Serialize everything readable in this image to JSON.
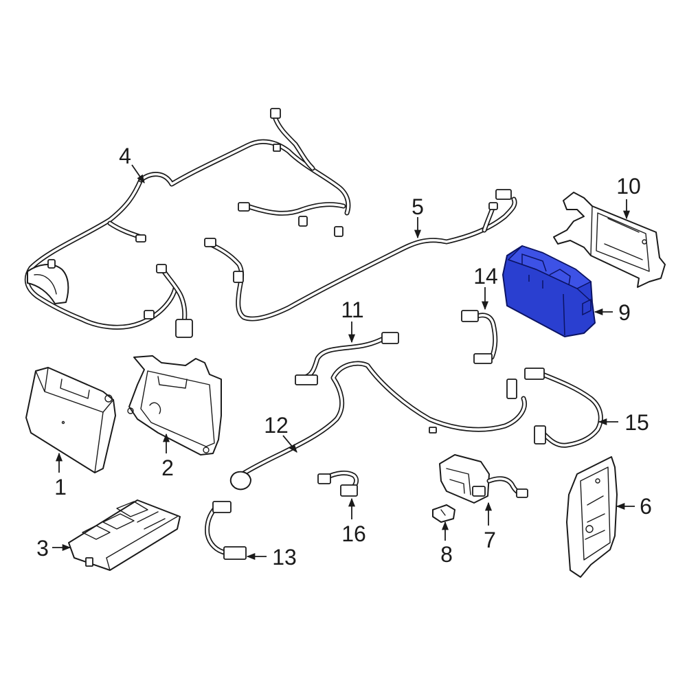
{
  "callouts": {
    "c1": "1",
    "c2": "2",
    "c3": "3",
    "c4": "4",
    "c5": "5",
    "c6": "6",
    "c7": "7",
    "c8": "8",
    "c9": "9",
    "c10": "10",
    "c11": "11",
    "c12": "12",
    "c13": "13",
    "c14": "14",
    "c15": "15",
    "c16": "16"
  },
  "colors": {
    "highlight": "#2a3fd0",
    "line": "#1a1a1a",
    "background": "#ffffff"
  },
  "highlighted_part": "9"
}
